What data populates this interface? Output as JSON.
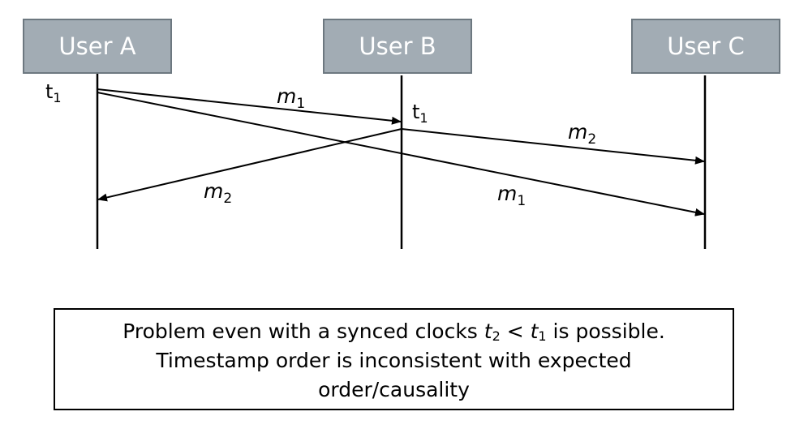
{
  "actors": [
    {
      "name": "User A"
    },
    {
      "name": "User B"
    },
    {
      "name": "User C"
    }
  ],
  "timestamps": [
    {
      "base": "t",
      "sub": "1"
    },
    {
      "base": "t",
      "sub": "1"
    }
  ],
  "messages": [
    {
      "base": "m",
      "sub": "1",
      "from": "User A",
      "to": "User B"
    },
    {
      "base": "m",
      "sub": "1",
      "from": "User A",
      "to": "User C"
    },
    {
      "base": "m",
      "sub": "2",
      "from": "User B",
      "to": "User C"
    },
    {
      "base": "m",
      "sub": "2",
      "from": "User B",
      "to": "User A"
    }
  ],
  "note": {
    "line1_prefix": "Problem even with a synced clocks ",
    "t2_base": "t",
    "t2_sub": "2",
    "lt": " < ",
    "t1_base": "t",
    "t1_sub": "1",
    "line1_suffix": " is possible.",
    "line2": "Timestamp order is inconsistent with expected",
    "line3": "order/causality"
  }
}
